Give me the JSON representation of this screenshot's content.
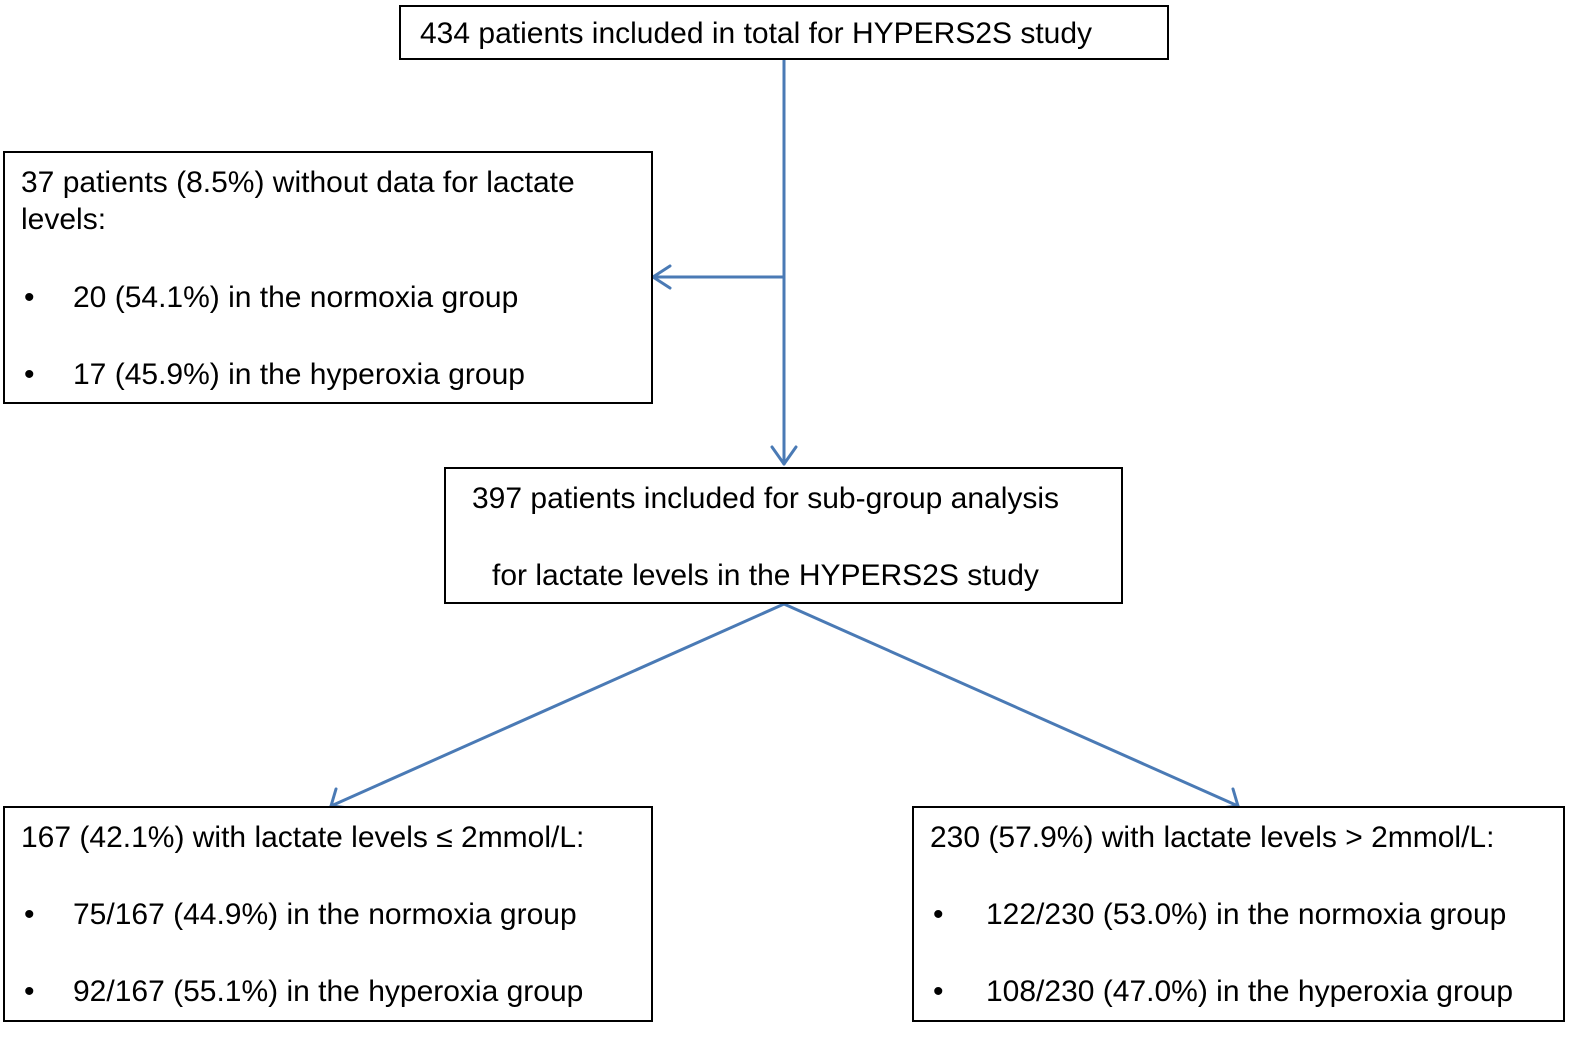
{
  "top_box": {
    "text": "434 patients included in total for HYPERS2S study"
  },
  "excluded_box": {
    "line1": "37 patients (8.5%) without data for lactate",
    "line2": "levels:",
    "bullets": [
      "20 (54.1%) in the normoxia group",
      "17 (45.9%) in the hyperoxia group"
    ]
  },
  "middle_box": {
    "line1": "397 patients included for sub-group analysis",
    "line2": "for lactate levels in the HYPERS2S study"
  },
  "left_box": {
    "title": "167 (42.1%) with lactate levels ≤ 2mmol/L:",
    "bullets": [
      "75/167 (44.9%) in the normoxia group",
      "92/167 (55.1%) in the hyperoxia group"
    ]
  },
  "right_box": {
    "title": "230 (57.9%) with lactate levels > 2mmol/L:",
    "bullets": [
      "122/230 (53.0%) in the normoxia group",
      "108/230 (47.0%) in the hyperoxia group"
    ]
  },
  "bullet_symbol": "•",
  "colors": {
    "arrow": "#4a7ab5",
    "border": "#000000"
  }
}
